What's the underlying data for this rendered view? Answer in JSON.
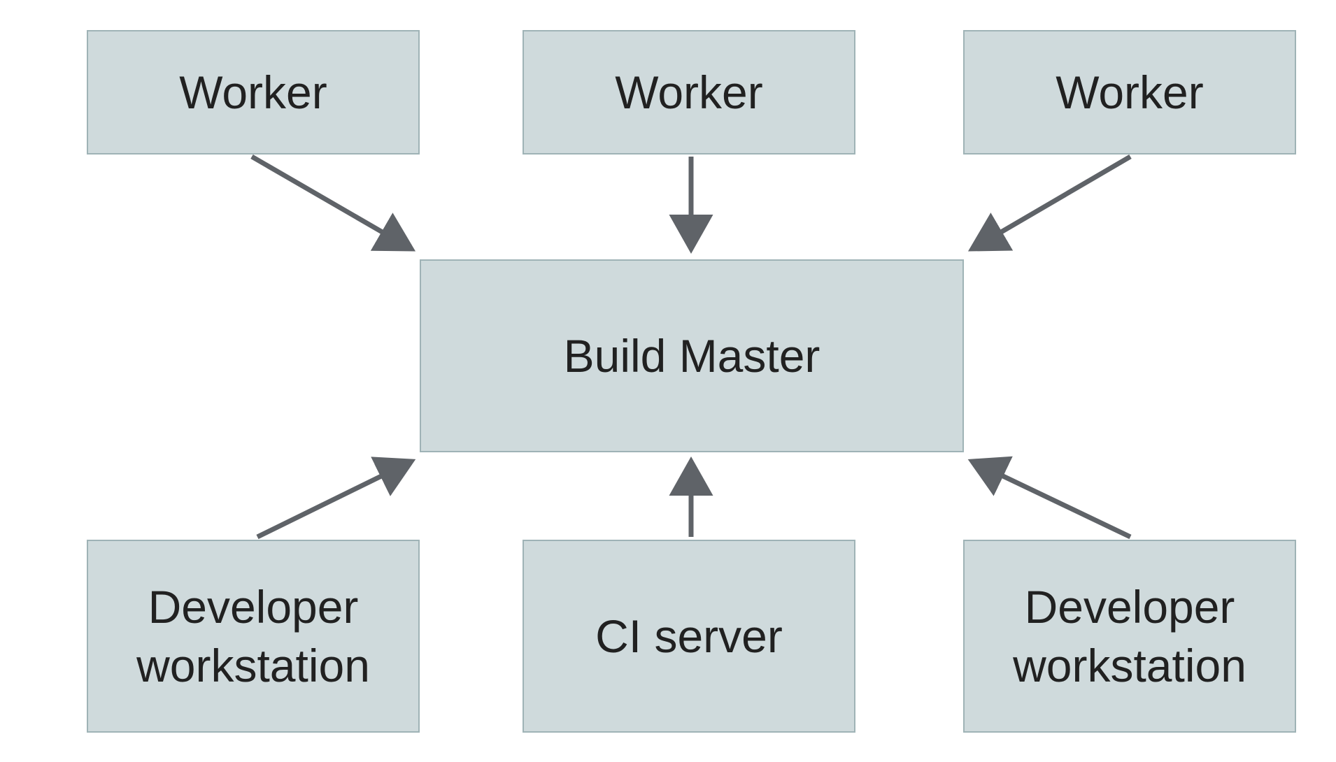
{
  "diagram": {
    "type": "architecture-diagram",
    "colors": {
      "background": "#ffffff",
      "box_fill": "#cfdadc",
      "box_border": "#9fb3b6",
      "arrow": "#5f6368",
      "text": "#212121"
    },
    "nodes": [
      {
        "id": "worker-1",
        "label": "Worker"
      },
      {
        "id": "worker-2",
        "label": "Worker"
      },
      {
        "id": "worker-3",
        "label": "Worker"
      },
      {
        "id": "build-master",
        "label": "Build Master"
      },
      {
        "id": "dev-left",
        "label": "Developer workstation"
      },
      {
        "id": "ci-server",
        "label": "CI server"
      },
      {
        "id": "dev-right",
        "label": "Developer workstation"
      }
    ],
    "edges": [
      {
        "from": "worker-1",
        "to": "build-master"
      },
      {
        "from": "worker-2",
        "to": "build-master"
      },
      {
        "from": "worker-3",
        "to": "build-master"
      },
      {
        "from": "dev-left",
        "to": "build-master"
      },
      {
        "from": "ci-server",
        "to": "build-master"
      },
      {
        "from": "dev-right",
        "to": "build-master"
      }
    ]
  }
}
